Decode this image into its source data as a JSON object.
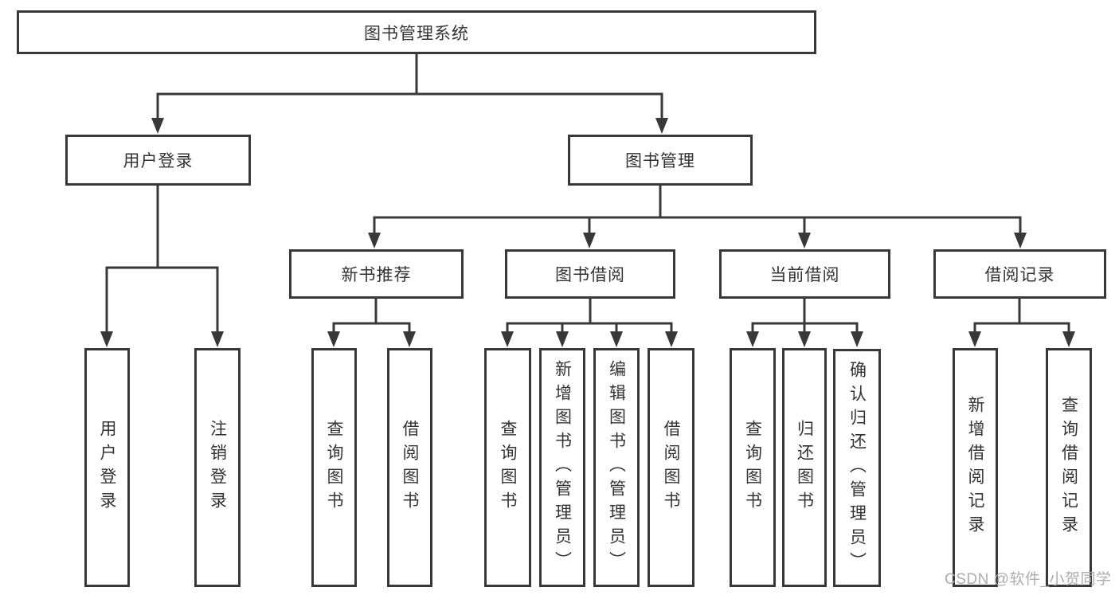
{
  "diagram_title": "图书管理系统",
  "tree": {
    "root": {
      "label": "图书管理系统"
    },
    "level2": [
      {
        "label": "用户登录",
        "parent": "图书管理系统"
      },
      {
        "label": "图书管理",
        "parent": "图书管理系统"
      }
    ],
    "level3": [
      {
        "label": "新书推荐",
        "parent": "图书管理"
      },
      {
        "label": "图书借阅",
        "parent": "图书管理"
      },
      {
        "label": "当前借阅",
        "parent": "图书管理"
      },
      {
        "label": "借阅记录",
        "parent": "图书管理"
      }
    ],
    "level4": [
      {
        "label": "用户登录",
        "parent": "用户登录"
      },
      {
        "label": "注销登录",
        "parent": "用户登录"
      },
      {
        "label": "查询图书",
        "parent": "新书推荐"
      },
      {
        "label": "借阅图书",
        "parent": "新书推荐"
      },
      {
        "label": "查询图书",
        "parent": "图书借阅"
      },
      {
        "label": "新增图书（管理员）",
        "parent": "图书借阅"
      },
      {
        "label": "编辑图书（管理员）",
        "parent": "图书借阅"
      },
      {
        "label": "借阅图书",
        "parent": "图书借阅"
      },
      {
        "label": "查询图书",
        "parent": "当前借阅"
      },
      {
        "label": "归还图书",
        "parent": "当前借阅"
      },
      {
        "label": "确认归还（管理员）",
        "parent": "当前借阅"
      },
      {
        "label": "新增借阅记录",
        "parent": "借阅记录"
      },
      {
        "label": "查询借阅记录",
        "parent": "借阅记录"
      }
    ]
  },
  "watermark": {
    "text": "CSDN @软件_小贺同学"
  },
  "colors": {
    "line": "#383838",
    "text": "#333333",
    "box_background": "#ffffff",
    "page_background": "#ffffff",
    "watermark": "#adadad"
  }
}
